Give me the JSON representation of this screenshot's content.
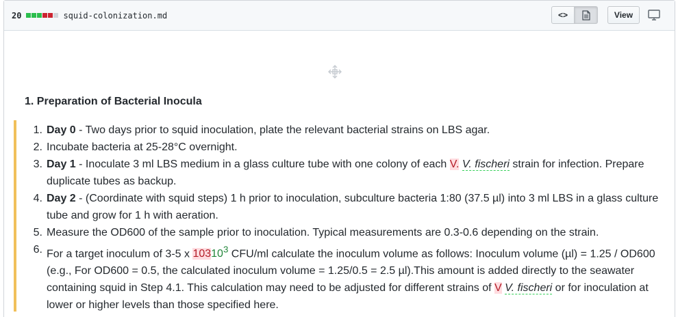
{
  "header": {
    "diff_count": "20",
    "diffstat_colors": [
      "#2cbe4e",
      "#2cbe4e",
      "#2cbe4e",
      "#cb2431",
      "#cb2431",
      "#d1d5da"
    ],
    "file_name": "squid-colonization.md",
    "code_icon": "<>",
    "view_label": "View"
  },
  "content": {
    "heading": "1. Preparation of Bacterial Inocula",
    "steps": [
      {
        "num": "1",
        "bold": "Day 0",
        "text": " - Two days prior to squid inoculation, plate the relevant bacterial strains on LBS agar."
      },
      {
        "num": "2",
        "text": "Incubate bacteria at 25-28°C overnight."
      },
      {
        "num": "3",
        "bold": "Day 1",
        "text_a": " - Inoculate 3 ml LBS medium in a glass culture tube with one colony of each ",
        "deleted": "V.",
        "inserted": "V.",
        "species": "fischeri",
        "text_b": " strain for infection. Prepare duplicate tubes as backup."
      },
      {
        "num": "4",
        "bold": "Day 2",
        "text": " - (Coordinate with squid steps) 1 h prior to inoculation, subculture bacteria 1:80 (37.5 µl) into 3 ml LBS in a glass culture tube and grow for 1 h with aeration."
      },
      {
        "num": "5",
        "text": "Measure the OD600 of the sample prior to inoculation. Typical measurements are 0.3-0.6 depending on the strain."
      },
      {
        "num": "6",
        "text_a": "For a target inoculum of 3-5 x ",
        "deleted": "103",
        "inserted": "10",
        "superscript": "3",
        "text_b": " CFU/ml calculate the inoculum volume as follows: Inoculum volume (µl) = 1.25 / OD600 (e.g., For OD600 = 0.5, the calculated inoculum volume = 1.25/0.5 = 2.5 µl).This amount is added directly to the seawater containing squid in Step 4.1. This calculation may need to be adjusted for different strains of ",
        "deleted2": "V",
        "inserted2": "V.",
        "species": "fischeri",
        "text_c": " or for inoculation at lower or higher levels than those specified here."
      }
    ]
  },
  "colors": {
    "changed_bar": "#f1c05a",
    "deletion_bg": "#ffdce0",
    "deletion_text": "#b31d28",
    "addition_text": "#22863a"
  }
}
